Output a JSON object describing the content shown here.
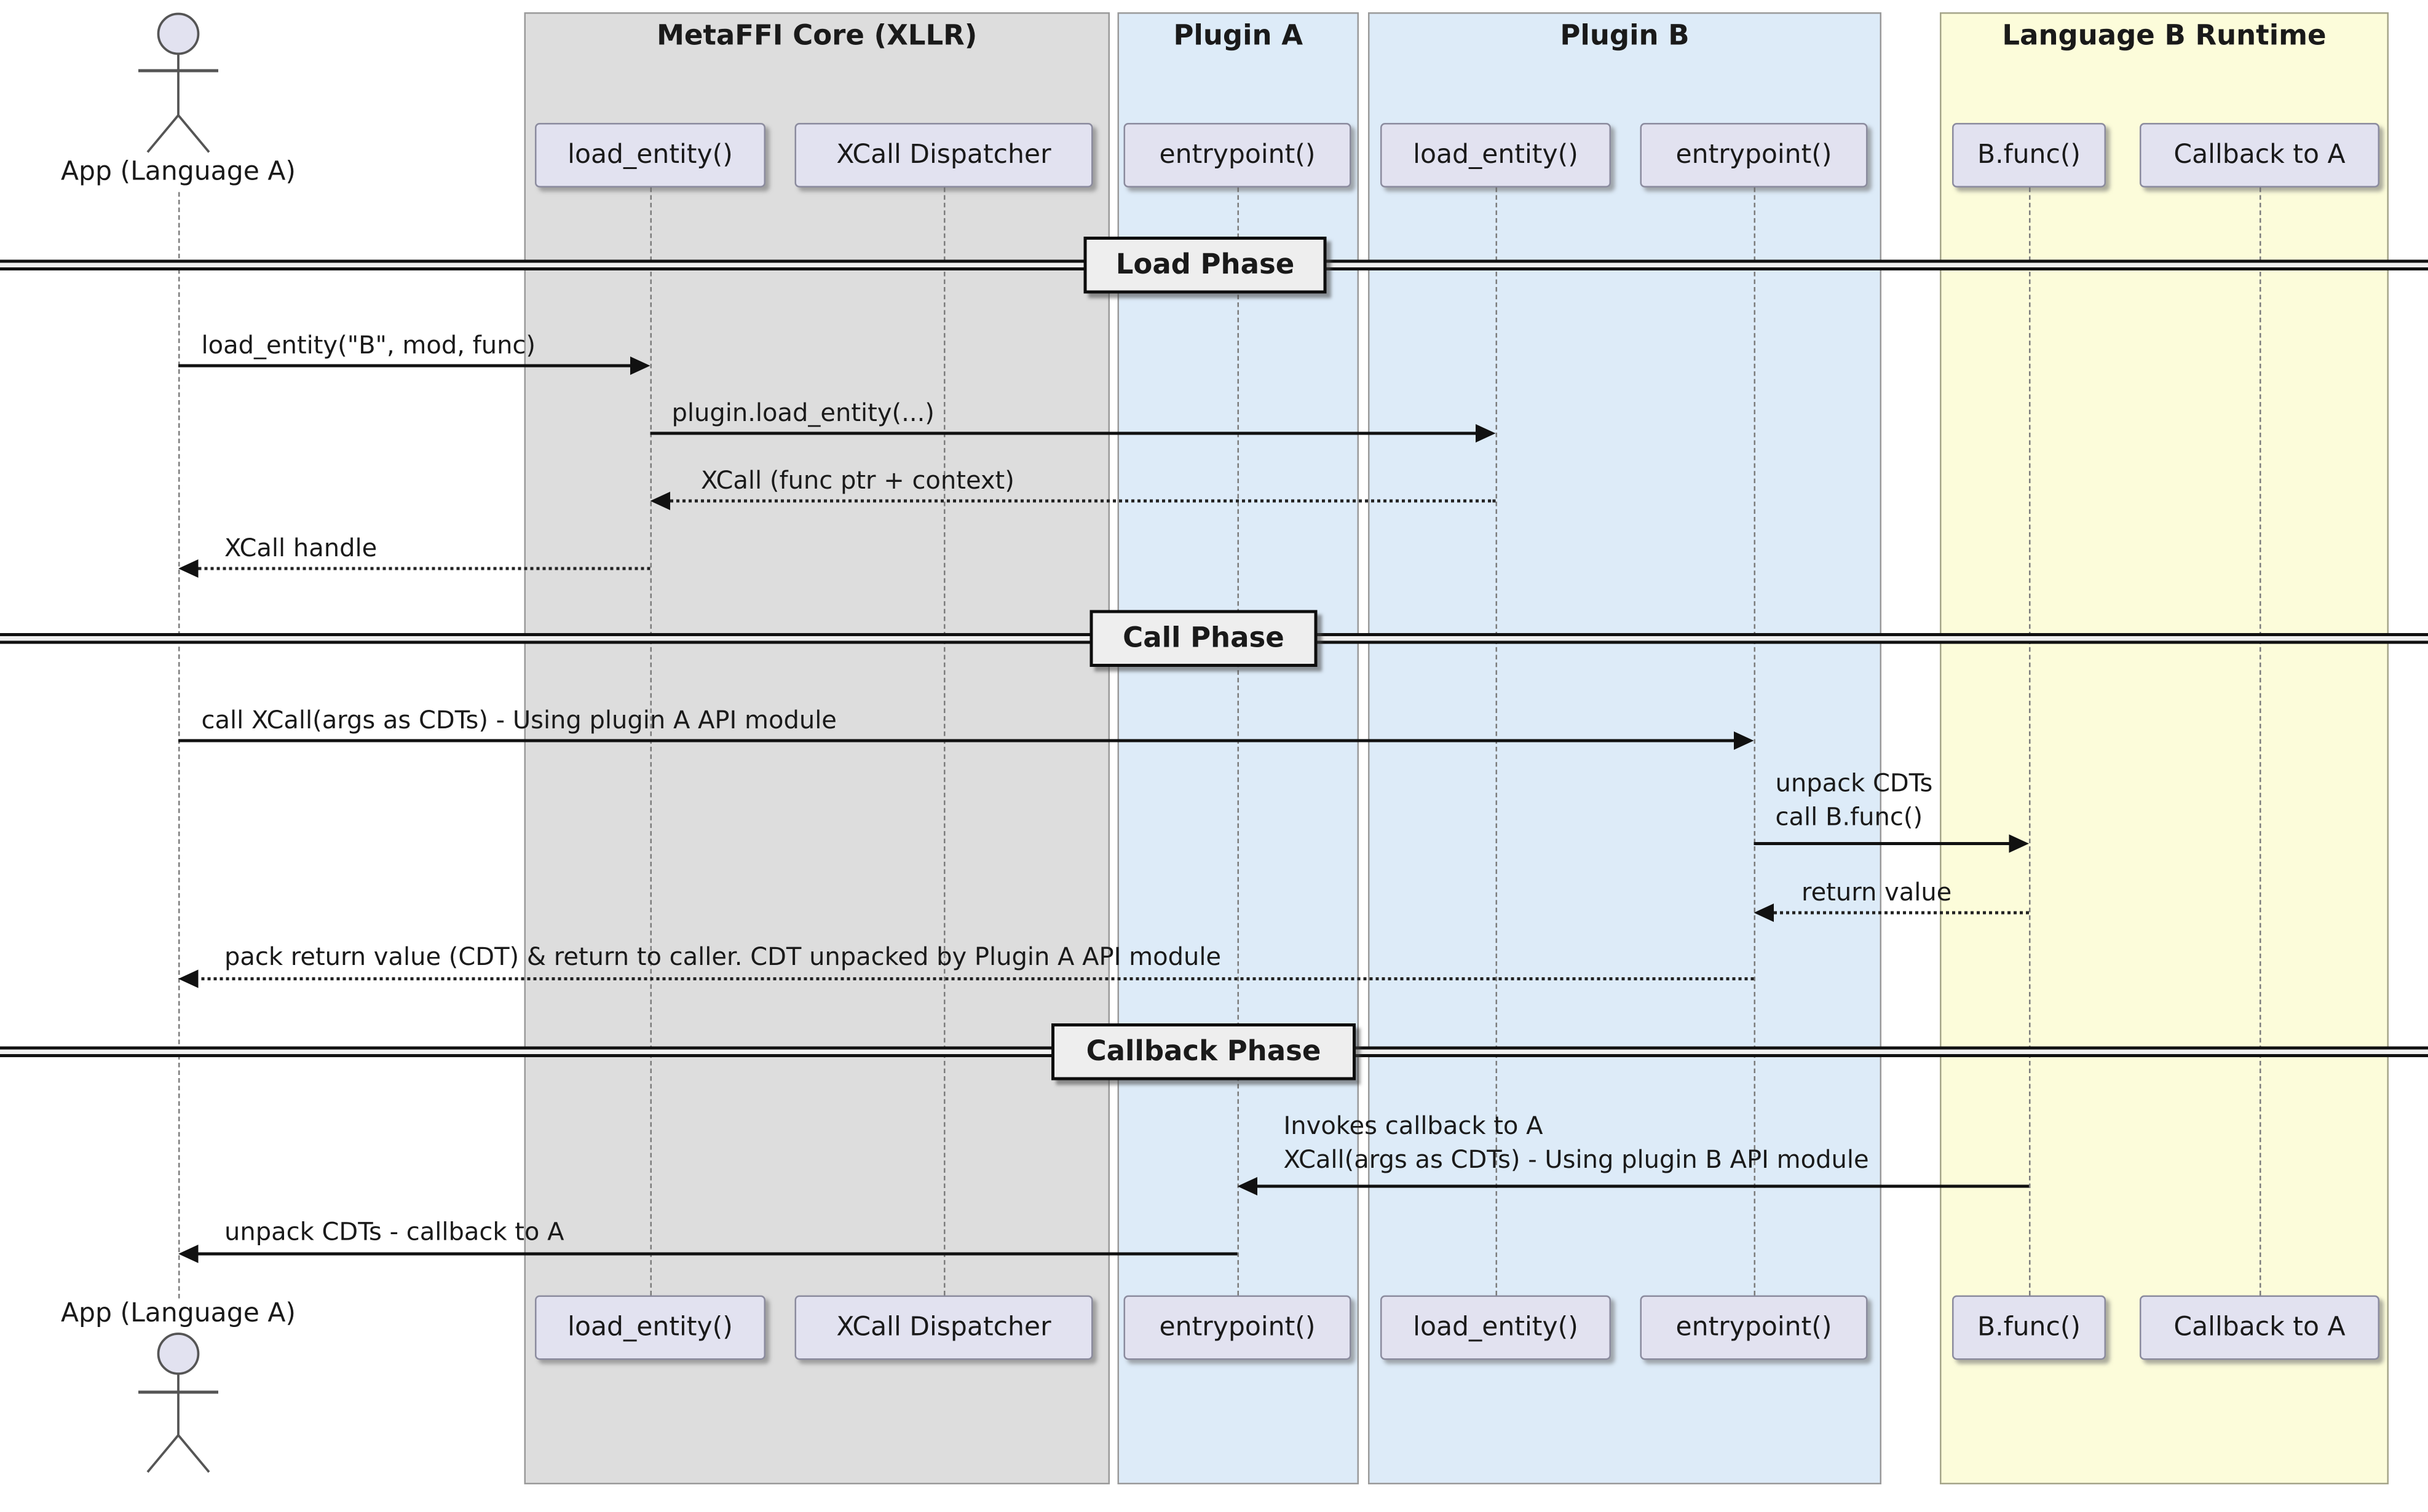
{
  "actor": {
    "label": "App (Language A)"
  },
  "lanes": [
    {
      "label": "MetaFFI Core (XLLR)",
      "color": "#dddddd"
    },
    {
      "label": "Plugin A",
      "color": "#ddebf8"
    },
    {
      "label": "Plugin B",
      "color": "#ddebf8"
    },
    {
      "label": "Language B Runtime",
      "color": "#fcfcda"
    }
  ],
  "participants": [
    {
      "label": "load_entity()",
      "lane": "MetaFFI Core (XLLR)"
    },
    {
      "label": "XCall Dispatcher",
      "lane": "MetaFFI Core (XLLR)"
    },
    {
      "label": "entrypoint()",
      "lane": "Plugin A"
    },
    {
      "label": "load_entity()",
      "lane": "Plugin B"
    },
    {
      "label": "entrypoint()",
      "lane": "Plugin B"
    },
    {
      "label": "B.func()",
      "lane": "Language B Runtime"
    },
    {
      "label": "Callback to A",
      "lane": "Language B Runtime"
    }
  ],
  "dividers": [
    {
      "label": "Load Phase"
    },
    {
      "label": "Call Phase"
    },
    {
      "label": "Callback Phase"
    }
  ],
  "messages": [
    {
      "from": "App (Language A)",
      "to": "load_entity() @MetaFFI Core",
      "style": "solid",
      "direction": "right",
      "lines": [
        "load_entity(\"B\", mod, func)"
      ]
    },
    {
      "from": "load_entity() @MetaFFI Core",
      "to": "load_entity() @Plugin B",
      "style": "solid",
      "direction": "right",
      "lines": [
        "plugin.load_entity(...)"
      ]
    },
    {
      "from": "load_entity() @Plugin B",
      "to": "load_entity() @MetaFFI Core",
      "style": "dashed",
      "direction": "left",
      "lines": [
        "XCall (func ptr + context)"
      ]
    },
    {
      "from": "load_entity() @MetaFFI Core",
      "to": "App (Language A)",
      "style": "dashed",
      "direction": "left",
      "lines": [
        "XCall handle"
      ]
    },
    {
      "from": "App (Language A)",
      "to": "entrypoint() @Plugin B",
      "style": "solid",
      "direction": "right",
      "lines": [
        "call XCall(args as CDTs) - Using plugin A API module"
      ]
    },
    {
      "from": "entrypoint() @Plugin B",
      "to": "B.func()",
      "style": "solid",
      "direction": "right",
      "lines": [
        "unpack CDTs",
        "call B.func()"
      ]
    },
    {
      "from": "B.func()",
      "to": "entrypoint() @Plugin B",
      "style": "dashed",
      "direction": "left",
      "lines": [
        "return value"
      ]
    },
    {
      "from": "entrypoint() @Plugin B",
      "to": "App (Language A)",
      "style": "dashed",
      "direction": "left",
      "lines": [
        "pack return value (CDT) & return to caller. CDT unpacked by Plugin A API module"
      ]
    },
    {
      "from": "B.func()",
      "to": "entrypoint() @Plugin A",
      "style": "solid",
      "direction": "left",
      "lines": [
        "Invokes callback to A",
        "XCall(args as CDTs) - Using plugin B API module"
      ]
    },
    {
      "from": "entrypoint() @Plugin A",
      "to": "App (Language A)",
      "style": "solid",
      "direction": "left",
      "lines": [
        "unpack CDTs - callback to A"
      ]
    }
  ],
  "colors": {
    "lane_core": "#dddddd",
    "lane_plugin": "#ddebf8",
    "lane_runtime": "#fcfcda",
    "participant_fill": "#e2e2f0",
    "participant_border": "#8b8b9e",
    "divider_fill": "#eeeeee",
    "arrow": "#111111"
  }
}
